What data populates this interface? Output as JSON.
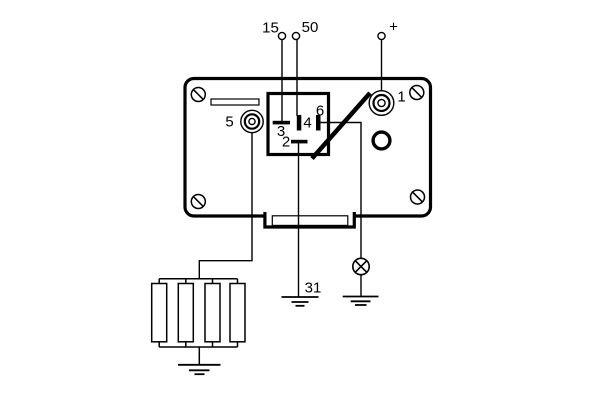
{
  "diagram": {
    "type": "wiring-diagram",
    "description": "Glow plug relay circuit diagram with relay body, connector pins, glow plugs, indicator lamp and ground symbols",
    "background_color": "#ffffff",
    "line_color": "#000000",
    "labels": {
      "t15": "15",
      "t50": "50",
      "plus": "+",
      "p1": "1",
      "p5": "5",
      "p6": "6",
      "p4": "4",
      "p3": "3",
      "p2": "2",
      "g31": "31"
    }
  }
}
